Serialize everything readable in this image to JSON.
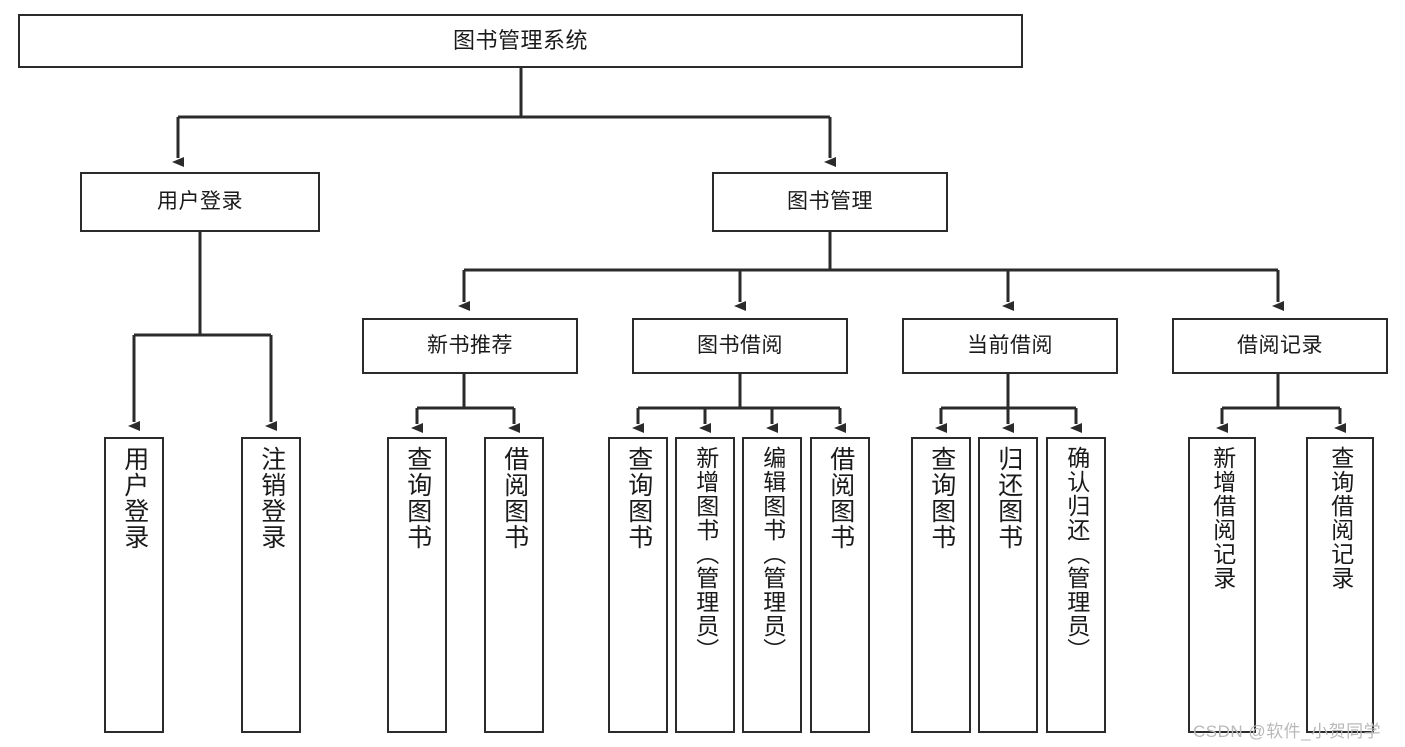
{
  "diagram": {
    "title": "图书管理系统",
    "type": "tree",
    "stroke_color": "#2b2b2b",
    "fill_color": "#ffffff",
    "text_color": "#1a1a1a"
  },
  "nodes": {
    "root": {
      "label": "图书管理系统",
      "level": 0
    },
    "level1": [
      {
        "id": "user-login",
        "label": "用户登录"
      },
      {
        "id": "book-manage",
        "label": "图书管理"
      }
    ],
    "level2": [
      {
        "id": "new-book-rec",
        "label": "新书推荐"
      },
      {
        "id": "book-borrow",
        "label": "图书借阅"
      },
      {
        "id": "current-borrow",
        "label": "当前借阅"
      },
      {
        "id": "borrow-record",
        "label": "借阅记录"
      }
    ],
    "leaves": {
      "user_login": [
        {
          "id": "leaf-user-login",
          "label": "用户登录"
        },
        {
          "id": "leaf-logout-login",
          "label": "注销登录"
        }
      ],
      "new_book_rec": [
        {
          "id": "leaf-query-book-1",
          "label": "查询图书"
        },
        {
          "id": "leaf-borrow-book-1",
          "label": "借阅图书"
        }
      ],
      "book_borrow": [
        {
          "id": "leaf-query-book-2",
          "label": "查询图书"
        },
        {
          "id": "leaf-add-book",
          "label": "新增图书（管理员）"
        },
        {
          "id": "leaf-edit-book",
          "label": "编辑图书（管理员）"
        },
        {
          "id": "leaf-borrow-book-2",
          "label": "借阅图书"
        }
      ],
      "current_borrow": [
        {
          "id": "leaf-query-book-3",
          "label": "查询图书"
        },
        {
          "id": "leaf-return-book",
          "label": "归还图书"
        },
        {
          "id": "leaf-confirm-return",
          "label": "确认归还（管理员）"
        }
      ],
      "borrow_record": [
        {
          "id": "leaf-add-record",
          "label": "新增借阅记录"
        },
        {
          "id": "leaf-query-record",
          "label": "查询借阅记录"
        }
      ]
    }
  },
  "watermark": {
    "text": "CSDN @软件_小贺同学"
  }
}
